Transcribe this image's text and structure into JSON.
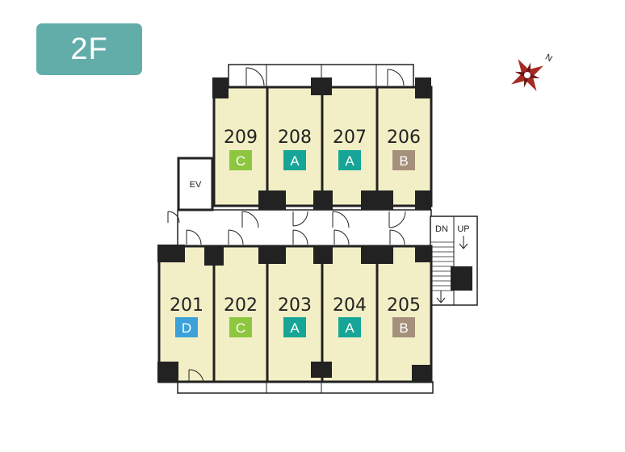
{
  "floor": {
    "label": "2F"
  },
  "labels": {
    "ev": "EV",
    "dn": "DN",
    "up": "UP",
    "north": "N"
  },
  "unit_types": {
    "A": {
      "color": "#17a597"
    },
    "B": {
      "color": "#a5907b"
    },
    "C": {
      "color": "#8dc63f"
    },
    "D": {
      "color": "#3ca1d8"
    }
  },
  "rooms": {
    "r209": {
      "number": "209",
      "type": "C"
    },
    "r208": {
      "number": "208",
      "type": "A"
    },
    "r207": {
      "number": "207",
      "type": "A"
    },
    "r206": {
      "number": "206",
      "type": "B"
    },
    "r201": {
      "number": "201",
      "type": "D"
    },
    "r202": {
      "number": "202",
      "type": "C"
    },
    "r203": {
      "number": "203",
      "type": "A"
    },
    "r204": {
      "number": "204",
      "type": "A"
    },
    "r205": {
      "number": "205",
      "type": "B"
    }
  },
  "colors": {
    "room_fill": "#f2efc6",
    "wall": "#222222",
    "compass": "#a62a24"
  }
}
